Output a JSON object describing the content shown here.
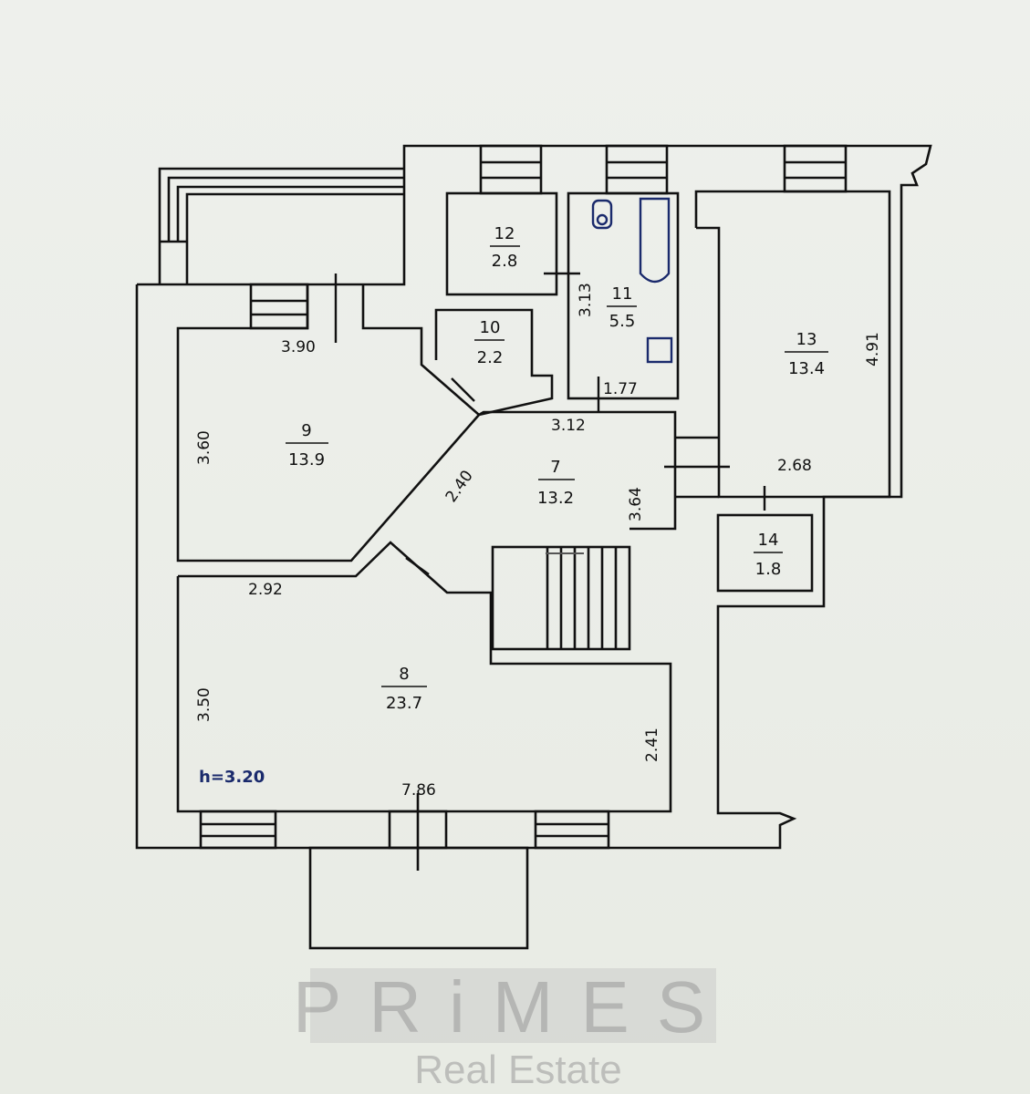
{
  "rooms": [
    {
      "number": "12",
      "area": "2.8"
    },
    {
      "number": "11",
      "area": "5.5"
    },
    {
      "number": "10",
      "area": "2.2"
    },
    {
      "number": "9",
      "area": "13.9"
    },
    {
      "number": "7",
      "area": "13.2"
    },
    {
      "number": "13",
      "area": "13.4"
    },
    {
      "number": "14",
      "area": "1.8"
    },
    {
      "number": "8",
      "area": "23.7"
    }
  ],
  "dimensions": {
    "d390": "3.90",
    "d360": "3.60",
    "d313": "3.13",
    "d177": "1.77",
    "d312": "3.12",
    "d240": "2.40",
    "d364": "3.64",
    "d491": "4.91",
    "d268": "2.68",
    "d292": "2.92",
    "d350": "3.50",
    "d241": "2.41",
    "d786": "7.86"
  },
  "ceiling_height": "h=3.20",
  "watermark": {
    "brand": "PRiMES",
    "sub": "Real Estate"
  },
  "colors": {
    "wall": "#111111",
    "fixture": "#1a2a6c",
    "height_label": "#1a2a6c"
  }
}
